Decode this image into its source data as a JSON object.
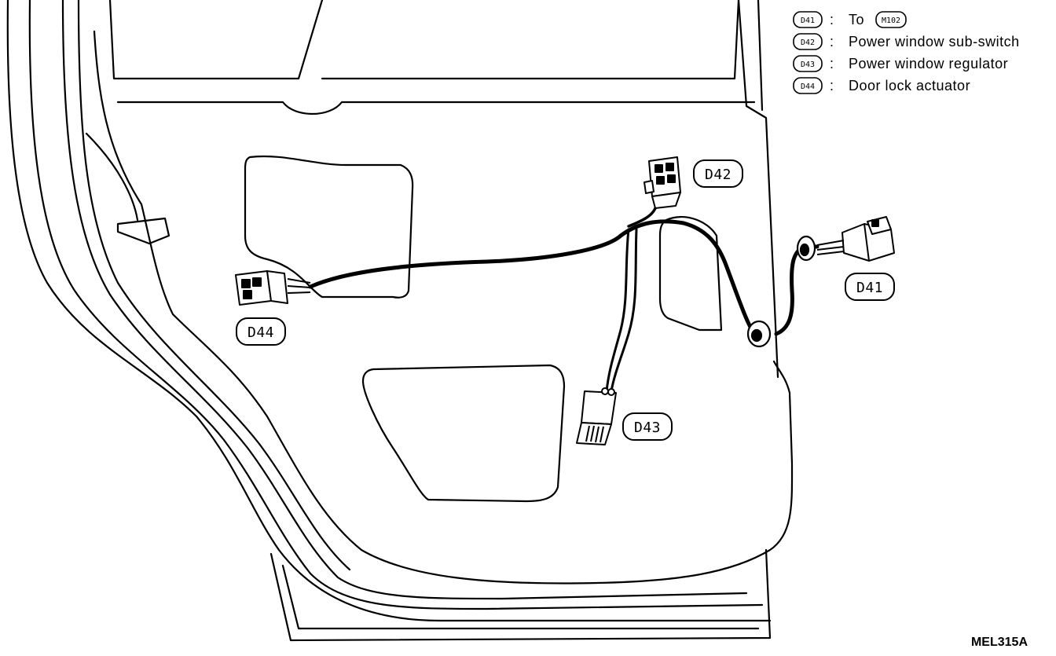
{
  "legend": [
    {
      "code": "D41",
      "sep": ":",
      "label": "To",
      "ref": "M102"
    },
    {
      "code": "D42",
      "sep": ":",
      "label": "Power window sub-switch"
    },
    {
      "code": "D43",
      "sep": ":",
      "label": "Power window regulator"
    },
    {
      "code": "D44",
      "sep": ":",
      "label": "Door lock actuator"
    }
  ],
  "callouts": {
    "d41": "D41",
    "d42": "D42",
    "d43": "D43",
    "d44": "D44"
  },
  "figure_id": "MEL315A"
}
